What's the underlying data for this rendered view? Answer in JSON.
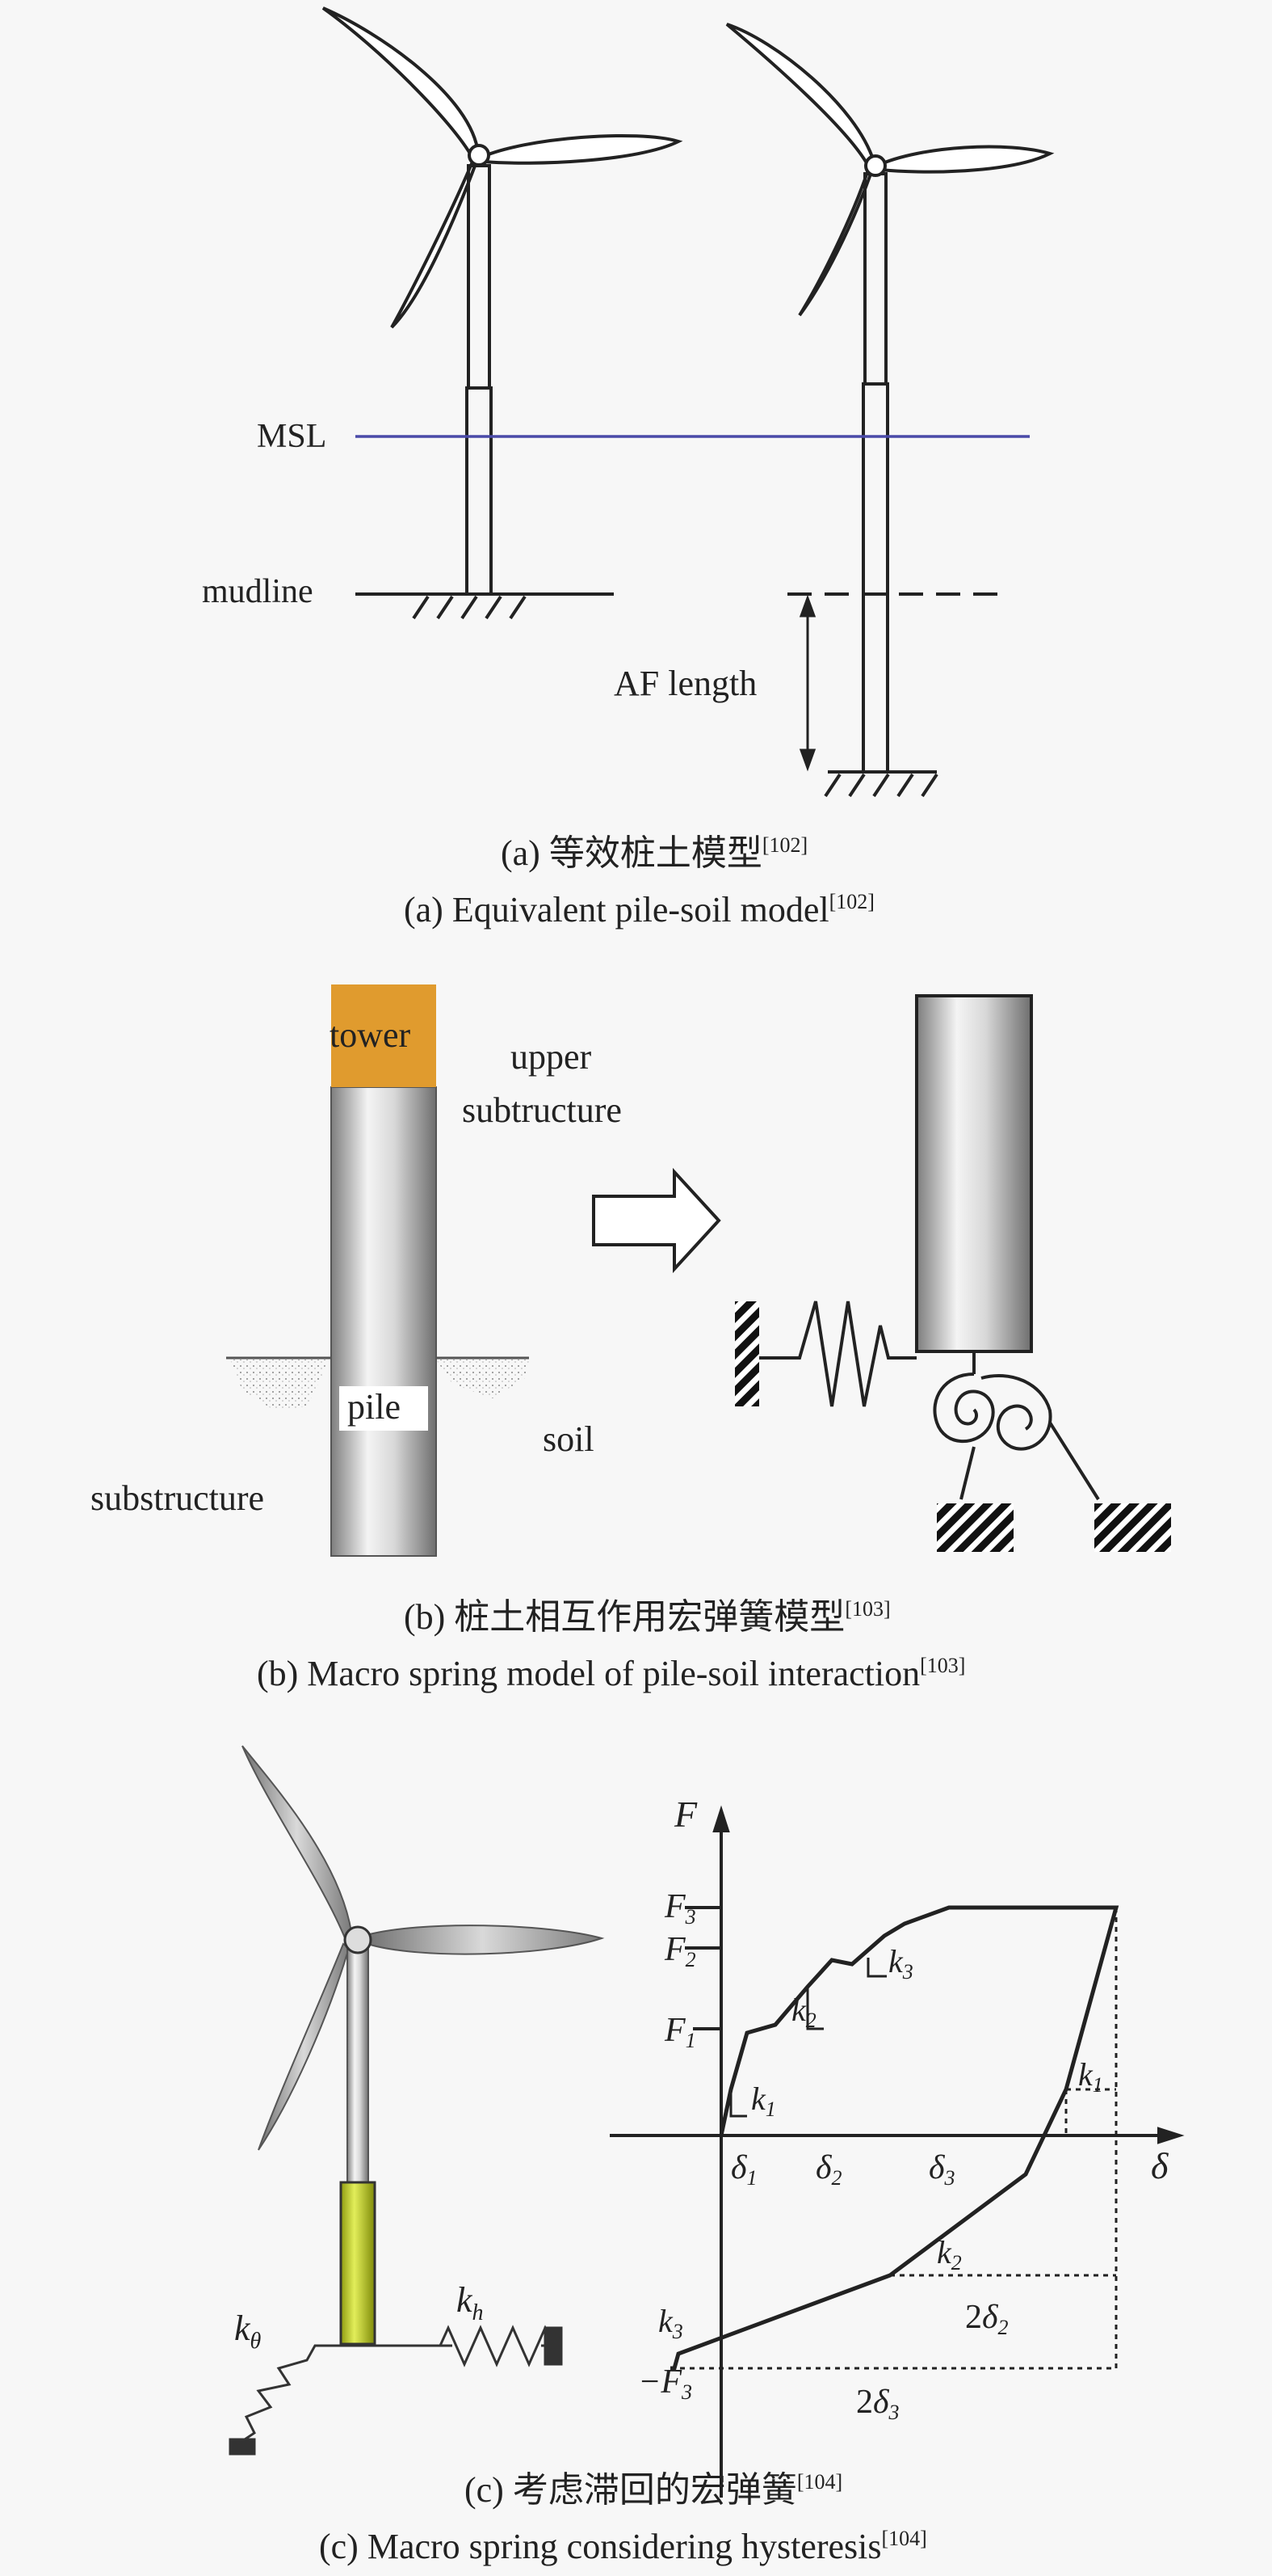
{
  "panel_a": {
    "label_msl": "MSL",
    "label_mudline": "mudline",
    "label_af": "AF length",
    "caption_cn_prefix": "(a) 等效桩土模型",
    "caption_cn_ref": "[102]",
    "caption_en_prefix": "(a) Equivalent pile-soil model",
    "caption_en_ref": "[102]",
    "colors": {
      "msl_line": "#4a4aa8"
    }
  },
  "panel_b": {
    "label_tower": "tower",
    "label_upper_1": "upper",
    "label_upper_2": "subtructure",
    "label_pile": "pile",
    "label_soil": "soil",
    "label_substructure": "substructure",
    "caption_cn_prefix": "(b) 桩土相互作用宏弹簧模型",
    "caption_cn_ref": "[103]",
    "caption_en_prefix": "(b) Macro spring model of pile-soil interaction",
    "caption_en_ref": "[103]",
    "colors": {
      "tower": "#e09b2e",
      "pile_light": "#f2f2f2",
      "pile_dark": "#8a8a8a"
    }
  },
  "panel_c": {
    "k_theta": "k",
    "k_theta_sub": "θ",
    "k_h": "k",
    "k_h_sub": "h",
    "axis_f": "F",
    "axis_delta": "δ",
    "f3": "F",
    "f3_sub": "3",
    "f2": "F",
    "f2_sub": "2",
    "f1": "F",
    "f1_sub": "1",
    "neg_f3_prefix": "−F",
    "neg_f3_sub": "3",
    "k1": "k",
    "k1_sub": "1",
    "k2": "k",
    "k2_sub": "2",
    "k3": "k",
    "k3_sub": "3",
    "k1_right": "k",
    "k1_right_sub": "1",
    "k2_right": "k",
    "k2_right_sub": "2",
    "k3_left": "k",
    "k3_left_sub": "3",
    "d1": "δ",
    "d1_sub": "1",
    "d2": "δ",
    "d2_sub": "2",
    "d3": "δ",
    "d3_sub": "3",
    "two_d2_prefix": "2",
    "two_d2": "δ",
    "two_d2_sub": "2",
    "two_d3_prefix": "2",
    "two_d3": "δ",
    "two_d3_sub": "3",
    "caption_cn_prefix": "(c) 考虑滞回的宏弹簧",
    "caption_cn_ref": "[104]",
    "caption_en_prefix": "(c) Macro spring considering hysteresis",
    "caption_en_ref": "[104]",
    "colors": {
      "pile_green": "#c9d62a"
    }
  }
}
